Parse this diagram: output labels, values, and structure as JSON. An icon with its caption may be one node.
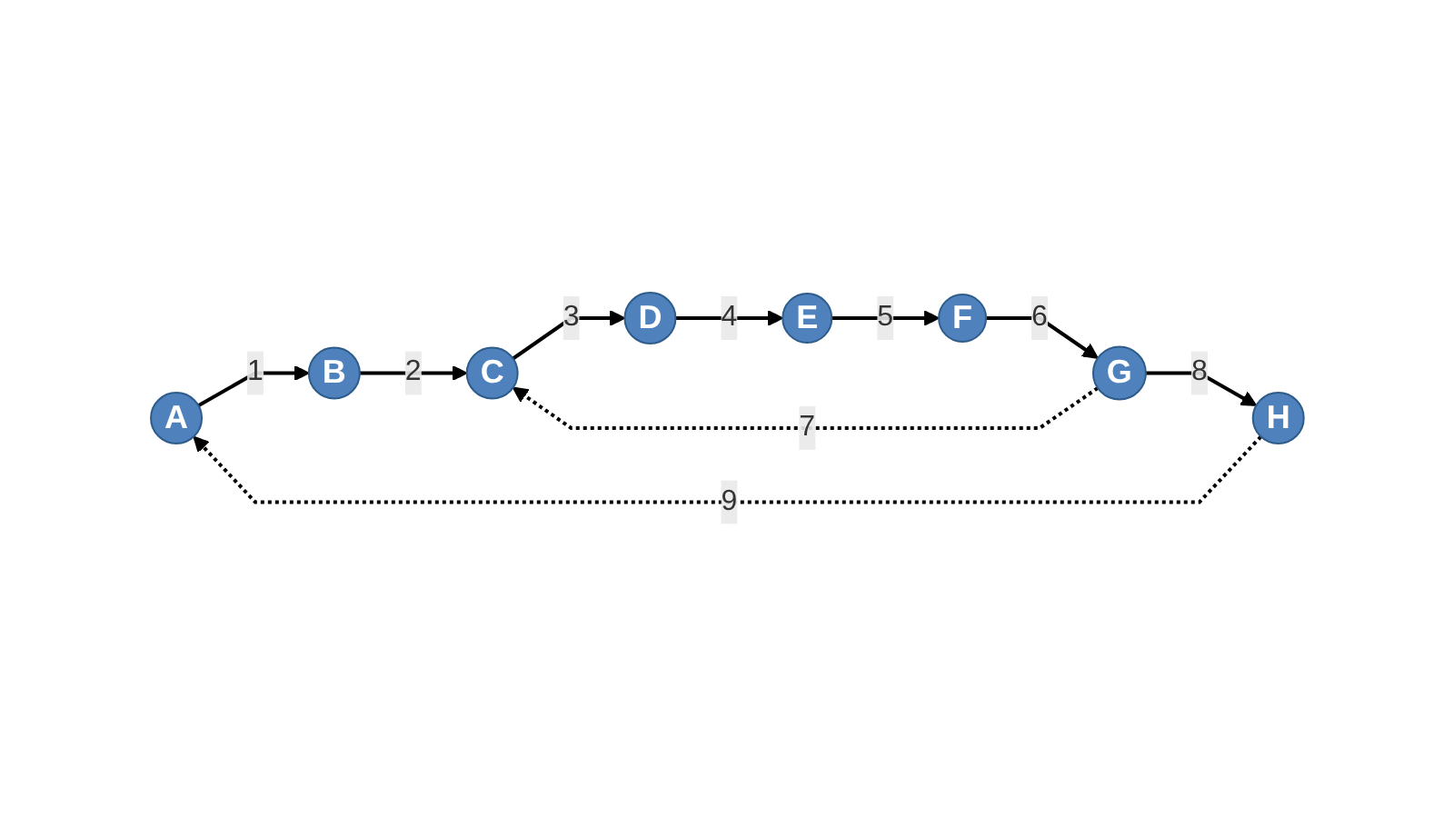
{
  "diagram": {
    "nodes": [
      {
        "text": [
          "A"
        ]
      },
      {
        "text": [
          "B"
        ]
      },
      {
        "text": [
          "C"
        ]
      },
      {
        "text": [
          "D"
        ]
      },
      {
        "text": [
          "E"
        ]
      },
      {
        "text": [
          "F"
        ]
      },
      {
        "text": [
          "G"
        ]
      },
      {
        "text": [
          "H"
        ]
      }
    ],
    "edges": [
      {
        "from": 0,
        "to": 1,
        "arrow": "to",
        "label": "1"
      },
      {
        "from": 1,
        "to": 2,
        "arrow": "to",
        "label": "2"
      },
      {
        "from": 2,
        "to": 3,
        "arrow": "to",
        "label": "3"
      },
      {
        "from": 3,
        "to": 4,
        "arrow": "to",
        "label": "4"
      },
      {
        "from": 4,
        "to": 5,
        "arrow": "to",
        "label": "5"
      },
      {
        "from": 5,
        "to": 6,
        "arrow": "to",
        "label": "6"
      },
      {
        "from": 6,
        "to": 2,
        "arrow": "to",
        "label": "7",
        "style": "dashed"
      },
      {
        "from": 6,
        "to": 7,
        "arrow": "to",
        "label": "8"
      },
      {
        "from": 7,
        "to": 0,
        "arrow": "to",
        "label": "9",
        "style": "dashed"
      }
    ]
  }
}
